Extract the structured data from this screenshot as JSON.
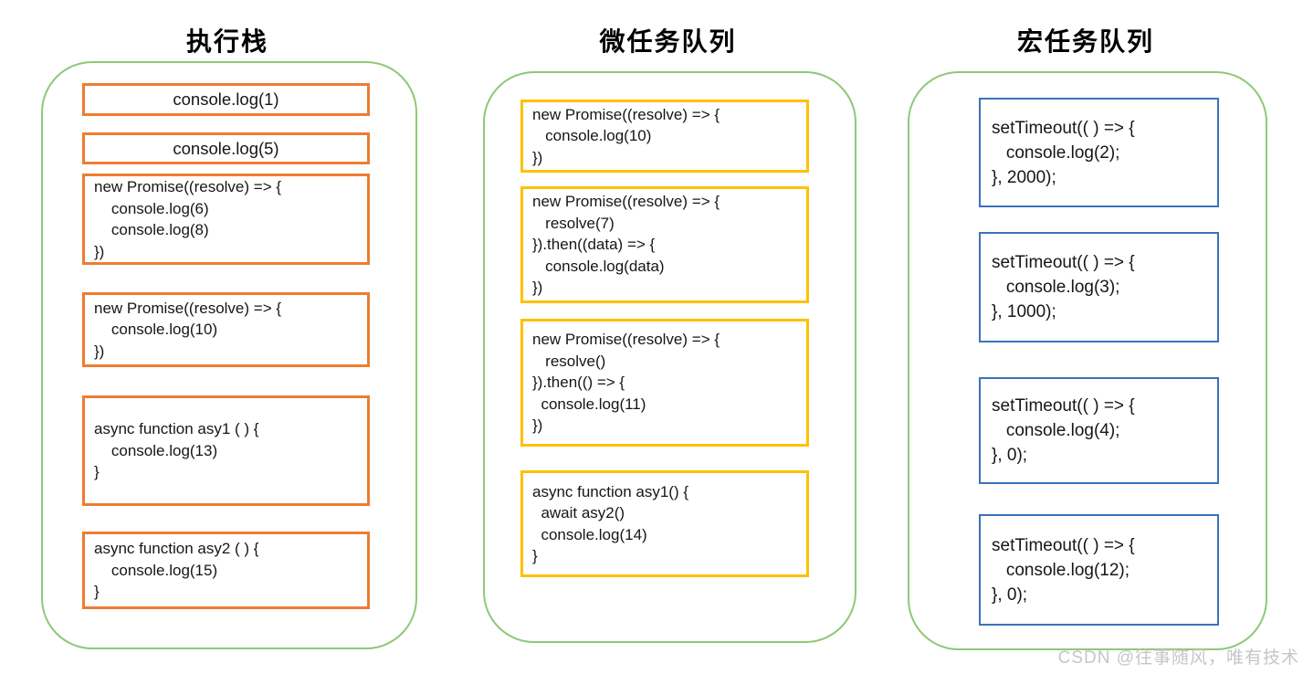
{
  "watermark": "CSDN @往事随风，唯有技术",
  "colors": {
    "container_border": "#8fc878",
    "stack_box_border": "#ed7d31",
    "microtask_box_border": "#ffc000",
    "macrotask_box_border": "#3a72b9",
    "text": "#161616",
    "watermark": "#c6c6c6"
  },
  "columns": [
    {
      "id": "execution-stack",
      "title": "执行栈",
      "boxes": [
        {
          "text": "console.log(1)"
        },
        {
          "text": "console.log(5)"
        },
        {
          "text": "new Promise((resolve) => {\n    console.log(6)\n    console.log(8)\n})"
        },
        {
          "text": "new Promise((resolve) => {\n    console.log(10)\n})"
        },
        {
          "text": "async function asy1 ( ) {\n    console.log(13)\n}"
        },
        {
          "text": "async function asy2 ( ) {\n    console.log(15)\n}"
        }
      ]
    },
    {
      "id": "microtask-queue",
      "title": "微任务队列",
      "boxes": [
        {
          "text": "new Promise((resolve) => {\n   console.log(10)\n})"
        },
        {
          "text": "new Promise((resolve) => {\n   resolve(7)\n}).then((data) => {\n   console.log(data)\n})"
        },
        {
          "text": "new Promise((resolve) => {\n   resolve()\n}).then(() => {\n  console.log(11)\n})"
        },
        {
          "text": "async function asy1() {\n  await asy2()\n  console.log(14)\n}"
        }
      ]
    },
    {
      "id": "macrotask-queue",
      "title": "宏任务队列",
      "boxes": [
        {
          "text": "setTimeout(( ) => {\n   console.log(2);\n}, 2000);"
        },
        {
          "text": "setTimeout(( ) => {\n   console.log(3);\n}, 1000);"
        },
        {
          "text": "setTimeout(( ) => {\n   console.log(4);\n}, 0);"
        },
        {
          "text": "setTimeout(( ) => {\n   console.log(12);\n}, 0);"
        }
      ]
    }
  ]
}
